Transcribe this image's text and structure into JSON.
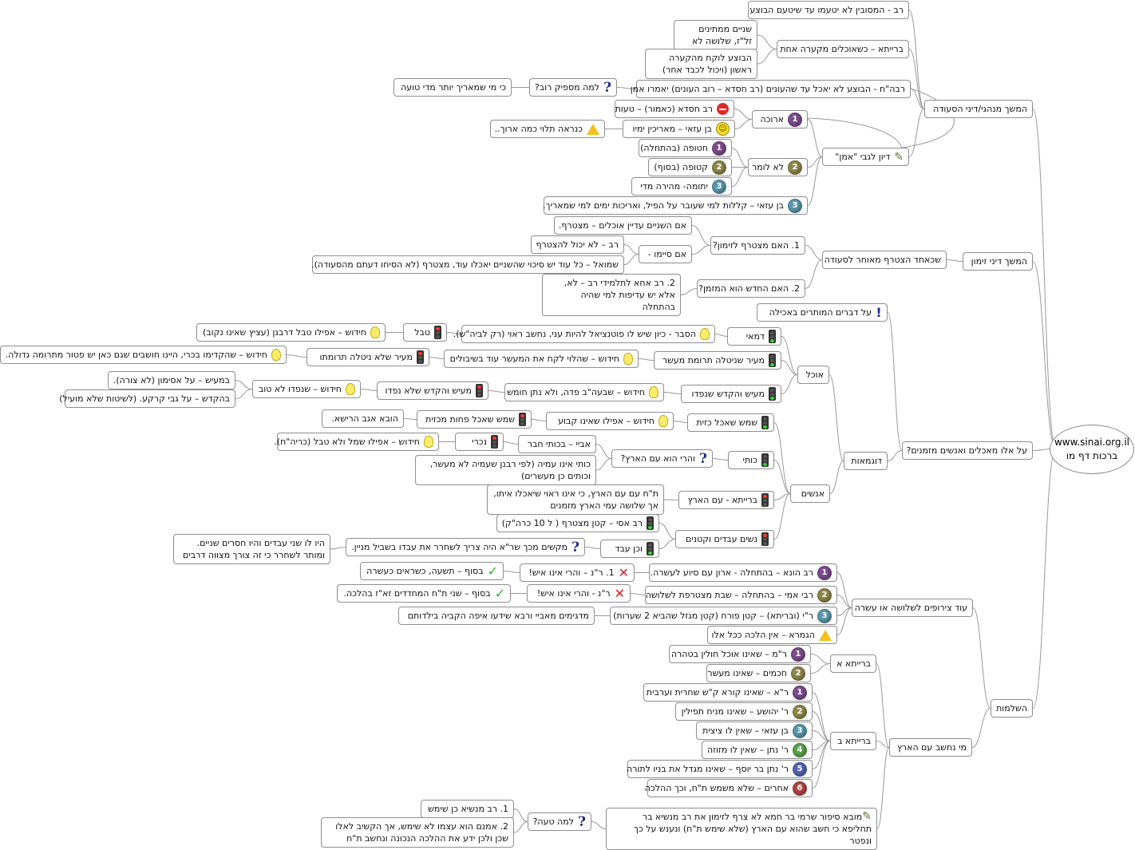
{
  "colors": {
    "line": "#999999",
    "node_border": "#8e8e8e",
    "num1": "#7d4c8e",
    "num2": "#8f8748",
    "num3": "#5a97ad",
    "num4": "#5aa34b",
    "num5": "#5464b4",
    "num6": "#b04545"
  },
  "root": {
    "line1": "www.sinai.org.il",
    "line2": "ברכות דף מו"
  },
  "branches": {
    "b1": "המשך מנהגי/דיני הסעודה",
    "b1_a": "רב - המסובין לא יטעמו עד שיטעם הבוצע",
    "b1_b": "ברייתא – כשאוכלים מקערה אחת",
    "b1_b1": "שניים ממתינים זל\"ז, שלושה לא",
    "b1_b2": "הבוצע לוקח מהקערה ראשון (ויכול לכבד אחר)",
    "b1_c": "רבה\"ח - הבוצע לא יאכל עד שהעונים (רב חסדא – רוב העונים) יאמרו אמן",
    "b1_c_q": "למה מספיק רוב?",
    "b1_c_q1": "כי מי שמאריך יותר מדי טועה",
    "b1_d": "דיון לגבי \"אמן\"",
    "b1_d1": "ארוכה",
    "b1_d1a": "רב חסדא (כאמור) – טעות",
    "b1_d1b": "בן עזאי – מאריכין ימיו",
    "b1_d1b1": "כנראה תלוי כמה ארוך..",
    "b1_d2": "לא לומר",
    "b1_d2a": "חטופה (בהתחלה)",
    "b1_d2b": "קטופה (בסוף)",
    "b1_d2c": "יתומה- מהירה מדי",
    "b1_d3": "בן עזאי – קללות למי שעובר על הפיל, ואריכות ימים למי שמאריך.",
    "b2": "המשך דיני זימון",
    "b2_a": "שכאחד הצטרף מאוחר לסעודה",
    "b2_a1": "1. האם מצטרף לזימון?",
    "b2_a1a": "אם השניים עדיין אוכלים – מצטרף.",
    "b2_a1b": "אם סיימו -",
    "b2_a1b1": "רב – לא יכול להצטרף",
    "b2_a1b2": "שמואל – כל עוד יש סיכוי שהשניים יאכלו עוד, מצטרף (לא הסיחו דעתם מהסעודה).",
    "b2_a2": "2. האם החדש הוא המזמן?",
    "b2_a2a": "2. רב אחא לתלמידי רב – לא, אלא יש עדיפות למי שהיה בהתחלה",
    "b3": "על אלו מאכלים ואנשים מזמנים?",
    "b3_a": "על דברים המותרים באכילה",
    "b3_b": "דוגמאות",
    "b3_b1": "אוכל",
    "b3_b1a": "דמאי",
    "b3_b1a1": "הסבר - כיון שיש לו פוטנציאל להיות עני, נחשב ראוי (רק לביה\"ש).",
    "b3_b1a2": "טבל",
    "b3_b1a3": "חידוש – אפילו טבל דרבנן  (עציץ שאינו נקוב)",
    "b3_b1b": "מעיר שניטלה תרומת מעשר",
    "b3_b1b1": "חידוש – שהלוי לקח את המעשר עוד בשיבולים",
    "b3_b1b2": "מעיר שלא ניטלה תרומתו",
    "b3_b1b3": "חידוש – שהקדימו בכרי, היינו חושבים שגם כאן יש פטור מתרומה גדולה.",
    "b3_b1c": "מעיש והקדש שנפדו",
    "b3_b1c1": "חידוש – שבעה\"ב פדה, ולא נתן חומש",
    "b3_b1c2": "מעיש והקדש שלא נפדו",
    "b3_b1c3": "חידוש – שנפדו לא טוב",
    "b3_b1c3a": "במעיש – על אסימון (לא צורה).",
    "b3_b1c3b": "בהקדש – על גבי קרקע. (לשיטות שלא מועיל)",
    "b3_b2": "אנשים",
    "b3_b2a": "שמש שאכל כזית",
    "b3_b2a1": "חידוש – אפילו שאינו קבוע",
    "b3_b2a2": "שמש שאכל פחות מכזית",
    "b3_b2a3": "הובא אגב הרישא.",
    "b3_b2b": "כותי",
    "b3_b2b1": "והרי הוא עם הארץ?",
    "b3_b2b1a": "אביי – בכותי חבר",
    "b3_b2b1b": "נכרי",
    "b3_b2b1c": "חידוש – אפילו שמל ולא טבל (כריה\"ח).",
    "b3_b2b1d": "כותי אינו עמיה (לפי רבנן שעמיה לא מעשר, וכותים כן מעשרים)",
    "b3_b2c": "ברייתא - עם הארץ",
    "b3_b2c1": "ת\"ח עם עם הארץ, כי אינו ראוי שיאכלו איתו, אך שלושה עמי הארץ מזמנים",
    "b3_b2d": "נשים עבדים וקטנים",
    "b3_b2d1": "רב אסי – קטן מצטרף ( ל 10 כרה\"ק)",
    "b3_b2d2": "וכן עבד",
    "b3_b2d3": "מקשים מכך שר\"א היה צריך לשחרר את עבדו בשביל מניין.",
    "b3_b2d4": "היו לו שני עבדים והיו חסרים שניים. ומותר לשחרר כי זה צורך מצווה דרבים",
    "b4": "השלמות",
    "b4_a": "עוד צירופים לשלושה או עשרה",
    "b4_a1": "רב הונא – בהתחלה -  ארון עם סיוע לעשרה.",
    "b4_a1r": "1. ר\"נ – והרי אינו איש!",
    "b4_a1rr": "בסוף – תשעה, כשראים כעשרה",
    "b4_a2": "רבי אמי – בהתחלה – שבת מצטרפת לשלושה",
    "b4_a2r": "ר\"נ - והרי אינו איש!",
    "b4_a2rr": "בסוף – שני ת\"ח המחדדים זא\"ז בהלכה.",
    "b4_a3": "ר\"י (ובריתא) – קטן פורח (קטן מגזל שהביא 2 שערות)",
    "b4_a3r": "מדגימים מאביי ורבא שידעו איפה הקביה בילדותם",
    "b4_a4": "הגמרא – אין הלכה ככל אלו",
    "b4_b": "מי נחשב עם הארץ",
    "b4_b1": "ברייתא א",
    "b4_b1a": "ר\"מ – שאינו אוכל חולין בטהרה",
    "b4_b1b": "חכמים – שאינו מעשר",
    "b4_b2": "ברייתא ב",
    "b4_b2a": "ר\"א – שאינו קורא ק\"ש שחרית וערבית",
    "b4_b2b": "ר' יהושע – שאינו מניח תפילין",
    "b4_b2c": "בן עזאי – שאין לו ציצית",
    "b4_b2d": "ר' נתן – שאין לו מזוזה",
    "b4_b2e": "ר' נתן בר יוסף – שאינו מגדל את בניו לתורה",
    "b4_b2f": "אחרים – שלא משמש ת\"ח, וכך ההלכה",
    "b4_b3": "מובא סיפור שרמי בר חמא לא צרף לזימון את רב מנשיא בר תחליפא כי חשב שהוא עם הארץ (שלא שימש ת\"ח) ונענש על כך ונפטר",
    "b4_b3q": "למה טעה?",
    "b4_b3q1": "1.  רב מנשיא כן שימש",
    "b4_b3q2": "2. אמנם הוא עצמו לא שימש, אך הקשיב לאלו שכן ולכן ידע את ההלכה הנכונה ונחשב ת\"ח"
  },
  "icons": {
    "question": "?",
    "exclaim": "!",
    "one": "1",
    "two": "2",
    "three": "3",
    "four": "4",
    "five": "5",
    "six": "6",
    "check": "✓",
    "cross": "✕",
    "pencil": "✎",
    "lightbulb": "bulb",
    "traffic": "traffic-light",
    "smiley": "☺"
  }
}
